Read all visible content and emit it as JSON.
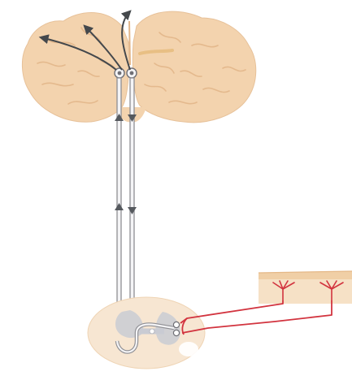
{
  "figure": {
    "type": "anatomical-pathway-illustration",
    "components": [
      "brain-coronal-section",
      "ascending-spinal-tracts",
      "spinal-cord-cross-section",
      "skin-section-with-receptors",
      "sensory-afferent-fibers"
    ],
    "colors": {
      "tissue_fill": "#f3d3ae",
      "tissue_sulcus": "#e4b98d",
      "tract": "#8e8e93",
      "tract_fill": "#f4f4f6",
      "arrow": "#44484c",
      "nerve": "#d2343f",
      "gray_matter": "#c9cbd3",
      "cord_fill": "#f7e6d2"
    }
  }
}
